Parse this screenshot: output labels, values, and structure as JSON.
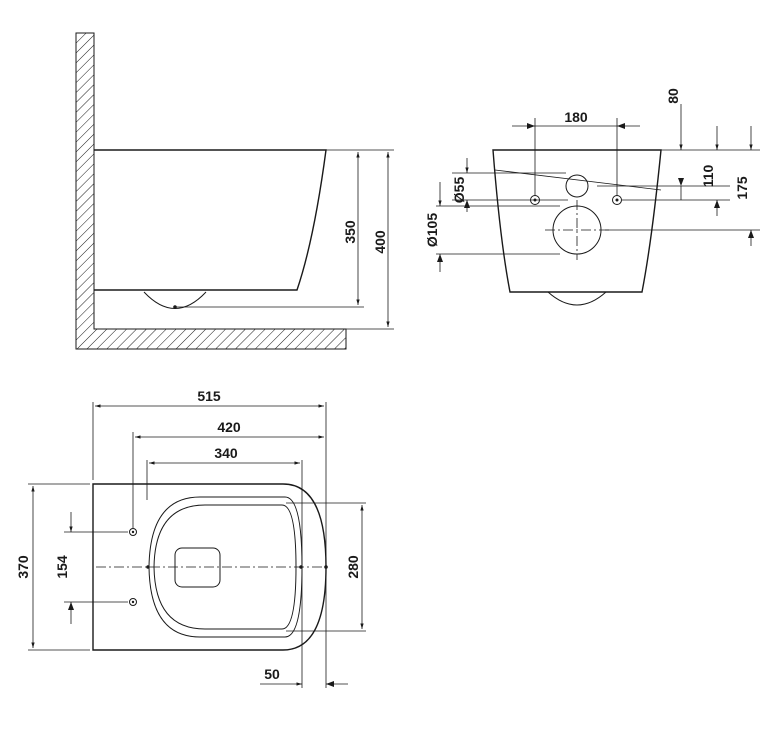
{
  "side_view": {
    "dim_height_bowl": "350",
    "dim_height_total": "400"
  },
  "back_view": {
    "dim_spacing": "180",
    "dim_top": "80",
    "dim_inlet_offset": "110",
    "dim_outlet_offset": "175",
    "dim_inlet_diameter": "Ø55",
    "dim_outlet_diameter": "Ø105"
  },
  "top_view": {
    "dim_length_total": "515",
    "dim_length_mid": "420",
    "dim_length_seat": "340",
    "dim_width_total": "370",
    "dim_hole_spacing": "154",
    "dim_seat_width": "280",
    "dim_offset": "50"
  }
}
